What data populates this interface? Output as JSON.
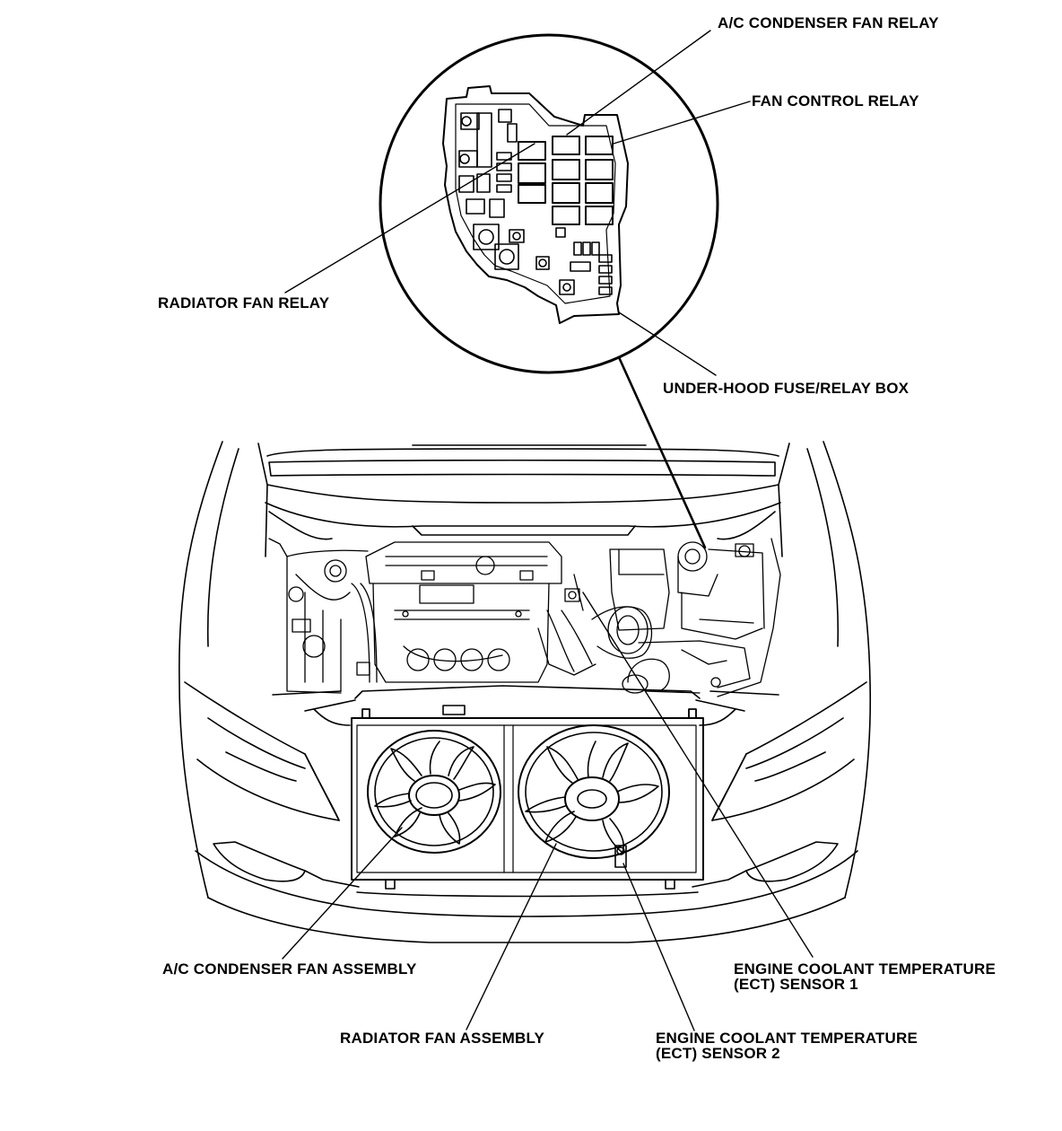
{
  "labels": {
    "ac_condenser_fan_relay": "A/C CONDENSER FAN RELAY",
    "fan_control_relay": "FAN CONTROL RELAY",
    "radiator_fan_relay": "RADIATOR FAN RELAY",
    "under_hood_fuse_relay_box": "UNDER-HOOD FUSE/RELAY BOX",
    "ac_condenser_fan_assembly": "A/C CONDENSER FAN ASSEMBLY",
    "ect_sensor_1_line1": "ENGINE COOLANT TEMPERATURE",
    "ect_sensor_1_line2": "(ECT) SENSOR 1",
    "radiator_fan_assembly": "RADIATOR FAN ASSEMBLY",
    "ect_sensor_2_line1": "ENGINE COOLANT TEMPERATURE",
    "ect_sensor_2_line2": "(ECT) SENSOR 2"
  },
  "colors": {
    "ink": "#000000",
    "paper": "#ffffff"
  }
}
